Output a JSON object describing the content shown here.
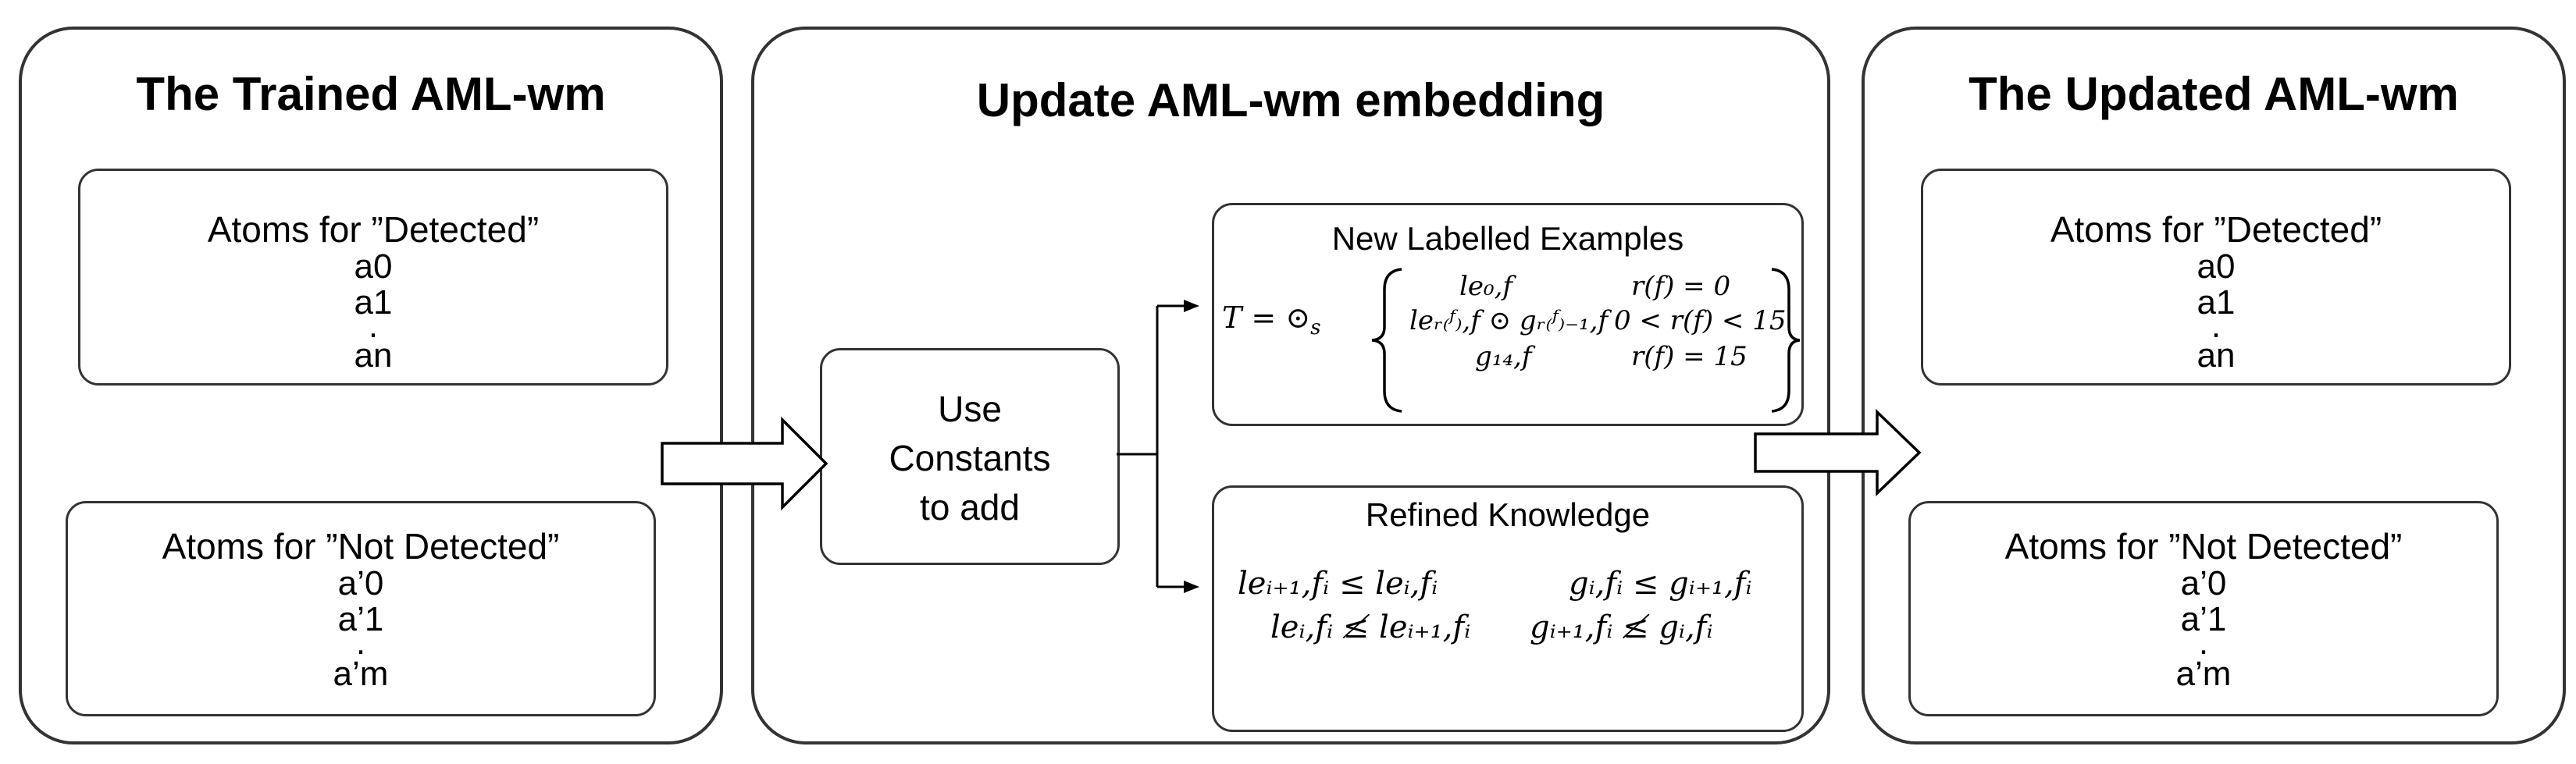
{
  "left_panel": {
    "title": "The Trained AML-wm",
    "detected_box": {
      "title": "Atoms for ”Detected”",
      "atoms": [
        "a0",
        "a1",
        ".",
        "an"
      ]
    },
    "not_detected_box": {
      "title": "Atoms for ”Not Detected”",
      "atoms": [
        "a’0",
        "a’1",
        ".",
        "a’m"
      ]
    }
  },
  "middle_panel": {
    "title": "Update AML-wm embedding",
    "constants_box": {
      "lines": [
        "Use",
        "Constants",
        "to add"
      ]
    },
    "examples_box": {
      "title": "New Labelled Examples",
      "formula_lhs": "T = ⊙",
      "formula_lhs_sub": "s",
      "cases": [
        {
          "expr": "le₀,f",
          "cond": "r(f) = 0"
        },
        {
          "expr": "leᵣ₍ᶠ₎,f ⊙ gᵣ₍ᶠ₎₋₁,f",
          "cond": "0 < r(f) < 15"
        },
        {
          "expr": "g₁₄,f",
          "cond": "r(f) = 15"
        }
      ]
    },
    "knowledge_box": {
      "title": "Refined Knowledge",
      "rules": [
        "leᵢ₊₁,fᵢ ≤ leᵢ,fᵢ",
        "gᵢ,fᵢ ≤ gᵢ₊₁,fᵢ",
        "leᵢ,fᵢ ≰ leᵢ₊₁,fᵢ",
        "gᵢ₊₁,fᵢ ≰ gᵢ,fᵢ"
      ]
    }
  },
  "right_panel": {
    "title": "The Updated AML-wm",
    "detected_box": {
      "title": "Atoms for ”Detected”",
      "atoms": [
        "a0",
        "a1",
        ".",
        "an"
      ]
    },
    "not_detected_box": {
      "title": "Atoms for ”Not Detected”",
      "atoms": [
        "a’0",
        "a’1",
        ".",
        "a’m"
      ]
    }
  }
}
